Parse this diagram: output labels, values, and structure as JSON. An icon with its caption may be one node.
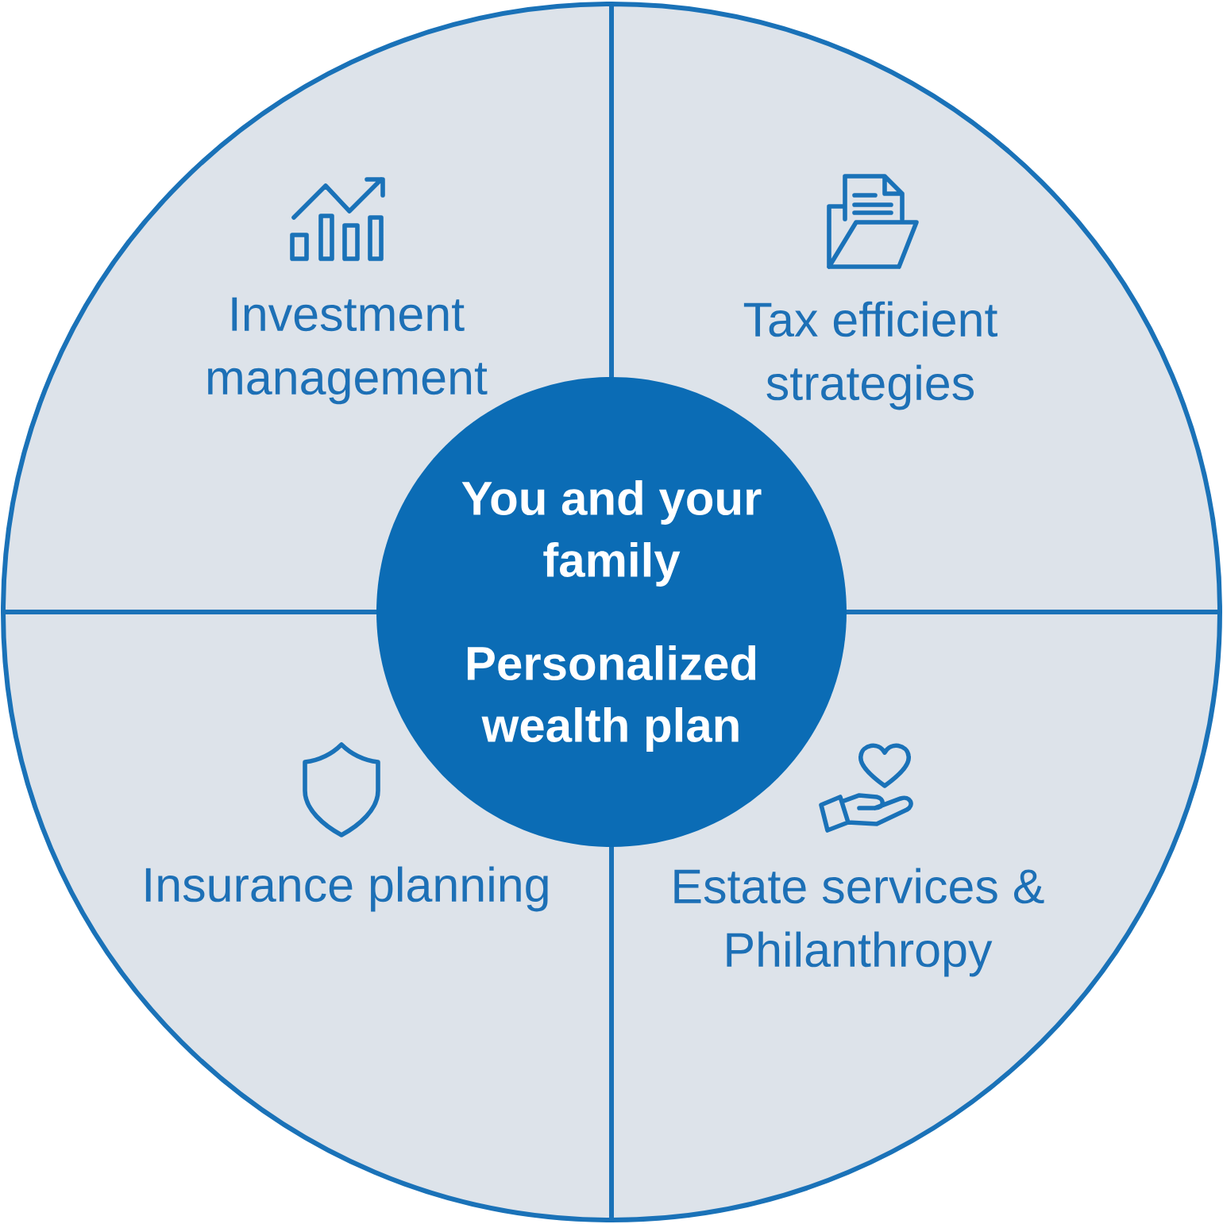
{
  "diagram": {
    "nodes": [
      {
        "text": [
          "Investment management"
        ]
      },
      {
        "text": [
          "Tax efficient strategies"
        ]
      },
      {
        "text": [
          "You and your family",
          "Personalized wealth plan"
        ]
      },
      {
        "text": [
          "Insurance planning"
        ]
      },
      {
        "text": [
          "Estate services & Philanthropy"
        ]
      }
    ]
  }
}
